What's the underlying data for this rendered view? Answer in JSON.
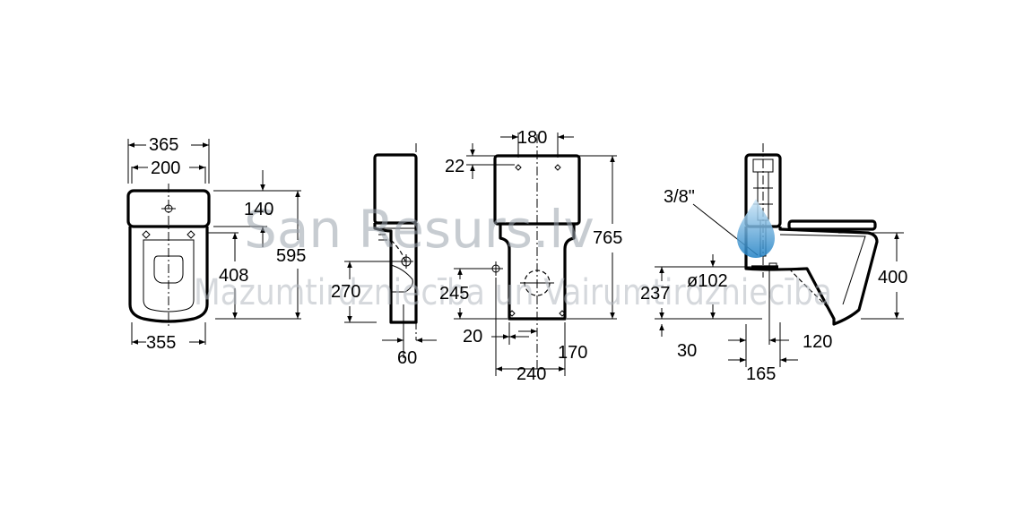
{
  "watermark": {
    "title": "San Resurs.lv",
    "subtitle": "Mazumtirdzniecība un Vairumtirdzniecība"
  },
  "dimensions": {
    "top_view": {
      "width_outer": "365",
      "width_tank": "200",
      "width_bowl": "355",
      "depth_tank": "140",
      "depth_total": "595",
      "depth_bowl": "408"
    },
    "left_side": {
      "outlet_height": "270",
      "outlet_offset": "60"
    },
    "front_view": {
      "tank_inset": "22",
      "tank_spacing": "180",
      "total_height": "765",
      "outlet_height": "245",
      "foot_offset": "20",
      "foot_width": "170",
      "base_width": "240"
    },
    "right_side": {
      "thread": "3/8\"",
      "drain_diameter": "ø102",
      "drain_height": "237",
      "seat_height": "400",
      "floor_offset": "30",
      "setback_a": "120",
      "setback_b": "165"
    }
  },
  "colors": {
    "line": "#000000",
    "watermark_text": "#9aa3ad",
    "drop_top": "#cfe8f8",
    "drop_bottom": "#1d7fc4"
  },
  "icons": {
    "watermark_logo": "water-drop-icon"
  }
}
